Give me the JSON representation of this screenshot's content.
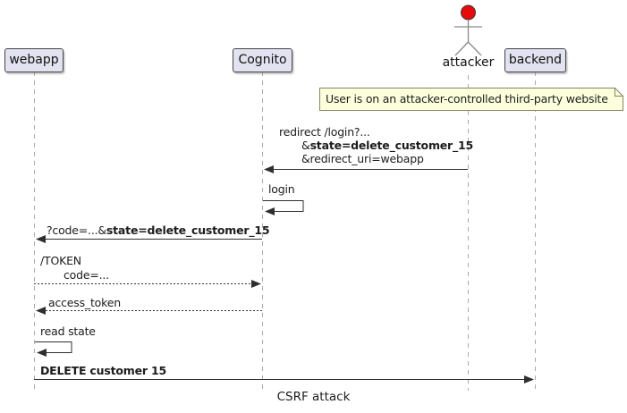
{
  "diagram": {
    "kind": "uml-sequence-diagram",
    "caption": "CSRF attack"
  },
  "colors": {
    "background": "#FFFFFF",
    "participant_fill": "#E2E2F0",
    "participant_border": "#454545",
    "note_fill": "#FDFFDC",
    "note_border": "#85855E",
    "actor_head": "#E60A0A",
    "arrow": "#2F2F2F",
    "lifeline": "#ABABAB"
  },
  "participants": [
    {
      "label": "webapp",
      "kind": "participant"
    },
    {
      "label": "Cognito",
      "kind": "participant"
    },
    {
      "label": "attacker",
      "kind": "actor"
    },
    {
      "label": "backend",
      "kind": "participant"
    }
  ],
  "note": {
    "text": "User is on an attacker-controlled third-party website",
    "attached_to": "attacker"
  },
  "messages": {
    "redirect_login": {
      "from": "attacker",
      "to": "Cognito",
      "arrow": "solid",
      "line1": "redirect /login?...",
      "line2_prefix": "&",
      "line2_bold": "state=delete_customer_15",
      "line3": "&redirect_uri=webapp"
    },
    "login_self": {
      "from": "Cognito",
      "to": "Cognito",
      "arrow": "self",
      "text": "login"
    },
    "code_state": {
      "from": "Cognito",
      "to": "webapp",
      "arrow": "solid",
      "prefix": "?code=...&",
      "bold": "state=delete_customer_15"
    },
    "token_request": {
      "from": "webapp",
      "to": "Cognito",
      "arrow": "dotted",
      "line1": "/TOKEN",
      "line2": "code=..."
    },
    "access_token": {
      "from": "Cognito",
      "to": "webapp",
      "arrow": "dotted",
      "text": "access_token"
    },
    "read_state_self": {
      "from": "webapp",
      "to": "webapp",
      "arrow": "self",
      "text": "read state"
    },
    "delete_customer": {
      "from": "webapp",
      "to": "backend",
      "arrow": "solid-bold",
      "text": "DELETE customer 15"
    }
  }
}
